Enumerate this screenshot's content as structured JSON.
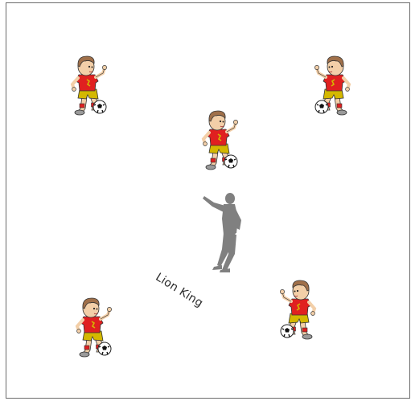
{
  "coach": {
    "label": "Lion King",
    "icon": "coach-silhouette-icon",
    "color": "#808080"
  },
  "players": [
    {
      "icon": "soccer-player-icon",
      "facing": "right"
    },
    {
      "icon": "soccer-player-icon",
      "facing": "left"
    },
    {
      "icon": "soccer-player-icon",
      "facing": "right"
    },
    {
      "icon": "soccer-player-icon",
      "facing": "right"
    },
    {
      "icon": "soccer-player-icon",
      "facing": "left"
    }
  ],
  "colors": {
    "jersey": "#e02020",
    "shorts": "#d4b800",
    "skin": "#f3cfa8",
    "hair": "#a0704a",
    "border": "#6b6b6b"
  }
}
